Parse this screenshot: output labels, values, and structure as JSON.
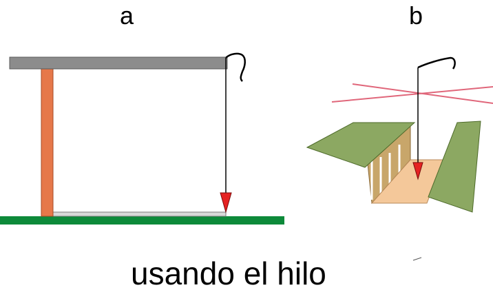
{
  "labels": {
    "a": "a",
    "b": "b",
    "caption": "usando el hilo"
  },
  "colors": {
    "top_bar": "#8c8c8c",
    "post": "#e6784a",
    "ground": "#0d8a3a",
    "floor_strip": "#d9d9d9",
    "arrow_head": "#e52222",
    "cross_lines": "#e0667a",
    "green_flaps": "#8ca862",
    "tan_wall": "#c8a66a",
    "peach_floor": "#f4c89a",
    "line": "#000000"
  },
  "icons": {
    "plumb_arrow": "down-arrow-icon",
    "thread_hook": "hook-icon"
  }
}
